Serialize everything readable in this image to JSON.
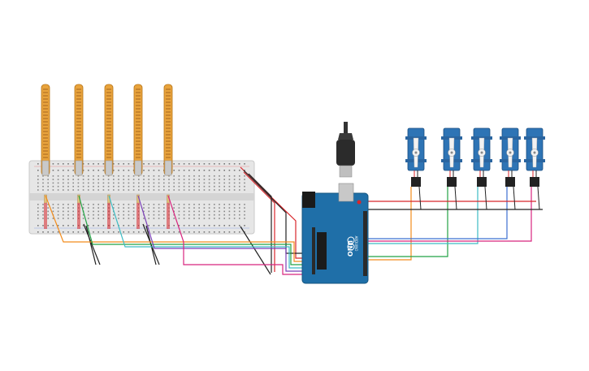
{
  "board": {
    "logo": "UNO",
    "brand": "ARDUINO",
    "color": "#1f6fa8"
  },
  "flex_sensor_count": 5,
  "servo_count": 5,
  "wire_colors": [
    "#f28c1c",
    "#22a243",
    "#3cbcc4",
    "#7b3fb8",
    "#d8247e"
  ],
  "colors": {
    "breadboard": "#e6e6e6",
    "flex_body": "#e8a33c",
    "servo": "#2e74b5",
    "wire_red": "#d8262b",
    "wire_black": "#222222"
  }
}
